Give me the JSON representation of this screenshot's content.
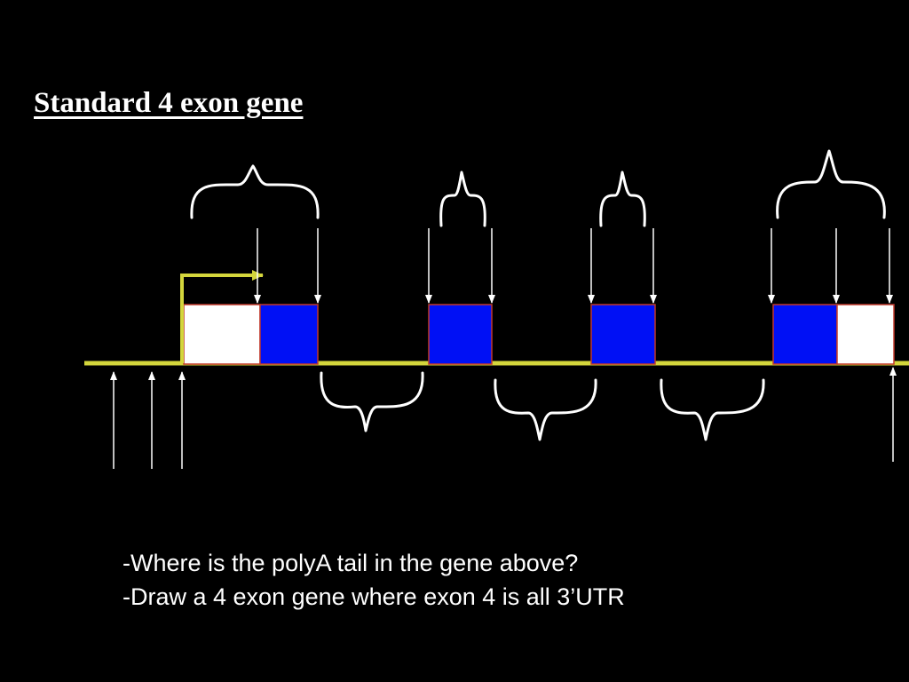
{
  "slide": {
    "title": "Standard 4 exon gene",
    "background": "#000000"
  },
  "gene_diagram": {
    "colors": {
      "dna_line": "#d4d63c",
      "coding_exon": "#0010f5",
      "utr": "#ffffff",
      "exon_border": "#c0392b",
      "arrows": "#ffffff",
      "brackets": "#ffffff"
    },
    "segments": [
      {
        "name": "five-prime-utr",
        "kind": "utr"
      },
      {
        "name": "exon-1-coding",
        "kind": "coding"
      },
      {
        "name": "exon-2-coding",
        "kind": "coding"
      },
      {
        "name": "exon-3-coding",
        "kind": "coding"
      },
      {
        "name": "exon-4-coding",
        "kind": "coding"
      },
      {
        "name": "three-prime-utr",
        "kind": "utr"
      }
    ],
    "exon_brace_count": 4,
    "intron_brace_count": 3,
    "transcription_start_icon": "bent-arrow-icon"
  },
  "questions": [
    "-Where is the polyA tail in the gene above?",
    "-Draw a 4 exon gene where exon 4 is all 3’UTR"
  ]
}
